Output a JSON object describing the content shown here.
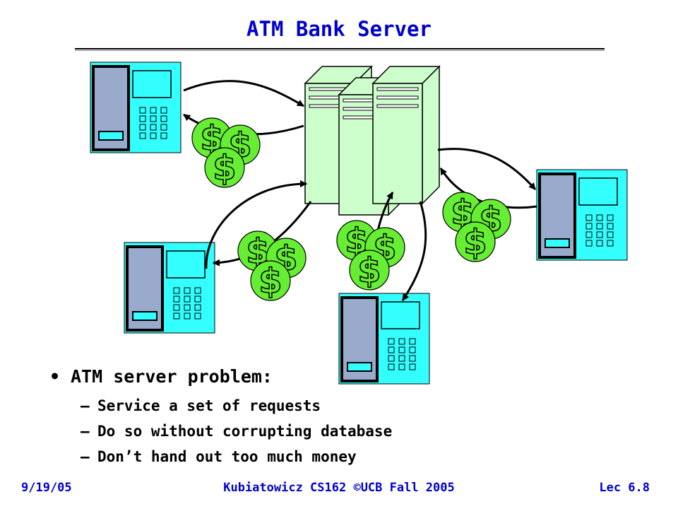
{
  "title": "ATM Bank Server",
  "bullets": {
    "main": "ATM server problem:",
    "items": [
      "Service a set of requests",
      "Do so without corrupting database",
      "Don’t hand out too much money"
    ]
  },
  "footer": {
    "date": "9/19/05",
    "center": "Kubiatowicz CS162 ©UCB Fall 2005",
    "page": "Lec 6.8"
  },
  "diagram": {
    "coin_symbol": "$",
    "colors": {
      "atm": "#33ffff",
      "atm_screen": "#99aacc",
      "server": "#ccffcc",
      "coin": "#66ee33"
    }
  }
}
